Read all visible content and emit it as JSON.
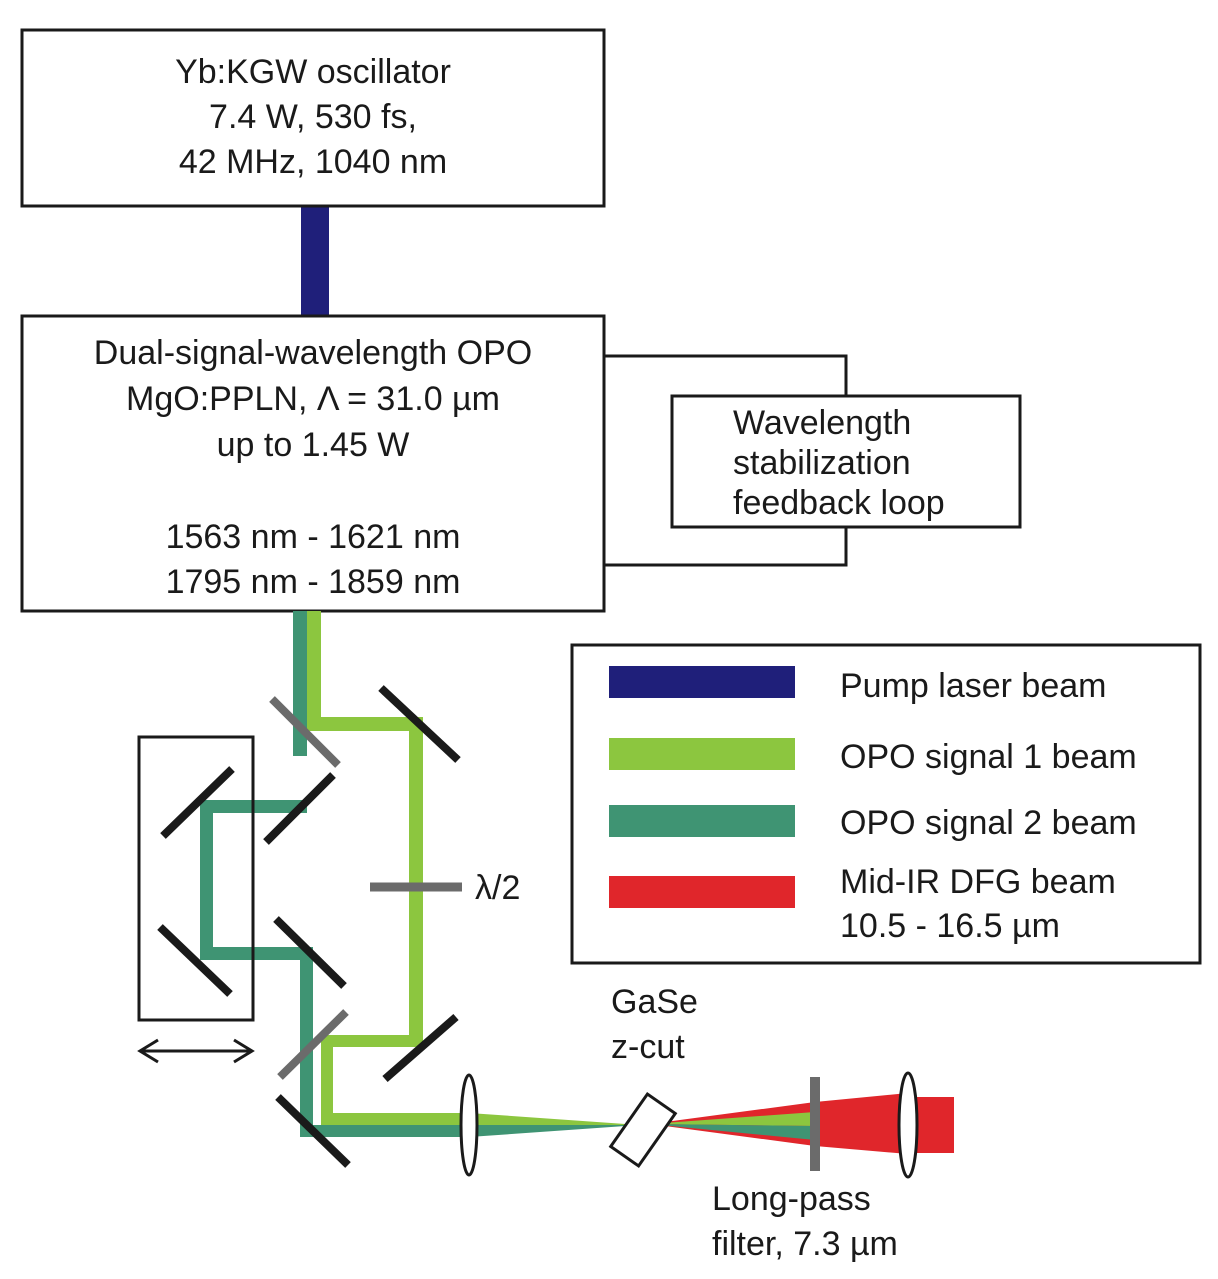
{
  "colors": {
    "pump": "#1f1f7a",
    "signal1": "#8cc63f",
    "signal2": "#3f9473",
    "midir": "#e0262b",
    "optic_black": "#1a1a1a",
    "optic_gray": "#6b6b6b"
  },
  "oscillator": {
    "line1": "Yb:KGW oscillator",
    "line2": "7.4 W, 530 fs,",
    "line3": "42 MHz, 1040 nm"
  },
  "opo": {
    "line1": "Dual-signal-wavelength OPO",
    "line2": "MgO:PPLN, Λ = 31.0 µm",
    "line3": "up to 1.45 W",
    "line4": "1563 nm - 1621 nm",
    "line5": "1795 nm - 1859 nm"
  },
  "feedback": {
    "line1": "Wavelength",
    "line2": "stabilization",
    "line3": "feedback loop"
  },
  "legend": {
    "pump": "Pump laser beam",
    "signal1": "OPO signal 1 beam",
    "signal2": "OPO signal 2 beam",
    "midir_line1": "Mid-IR DFG beam",
    "midir_line2": "10.5 - 16.5 µm"
  },
  "labels": {
    "halfwave": "λ/2",
    "crystal_line1": "GaSe",
    "crystal_line2": "z-cut",
    "filter_line1": "Long-pass",
    "filter_line2": "filter, 7.3 µm"
  }
}
